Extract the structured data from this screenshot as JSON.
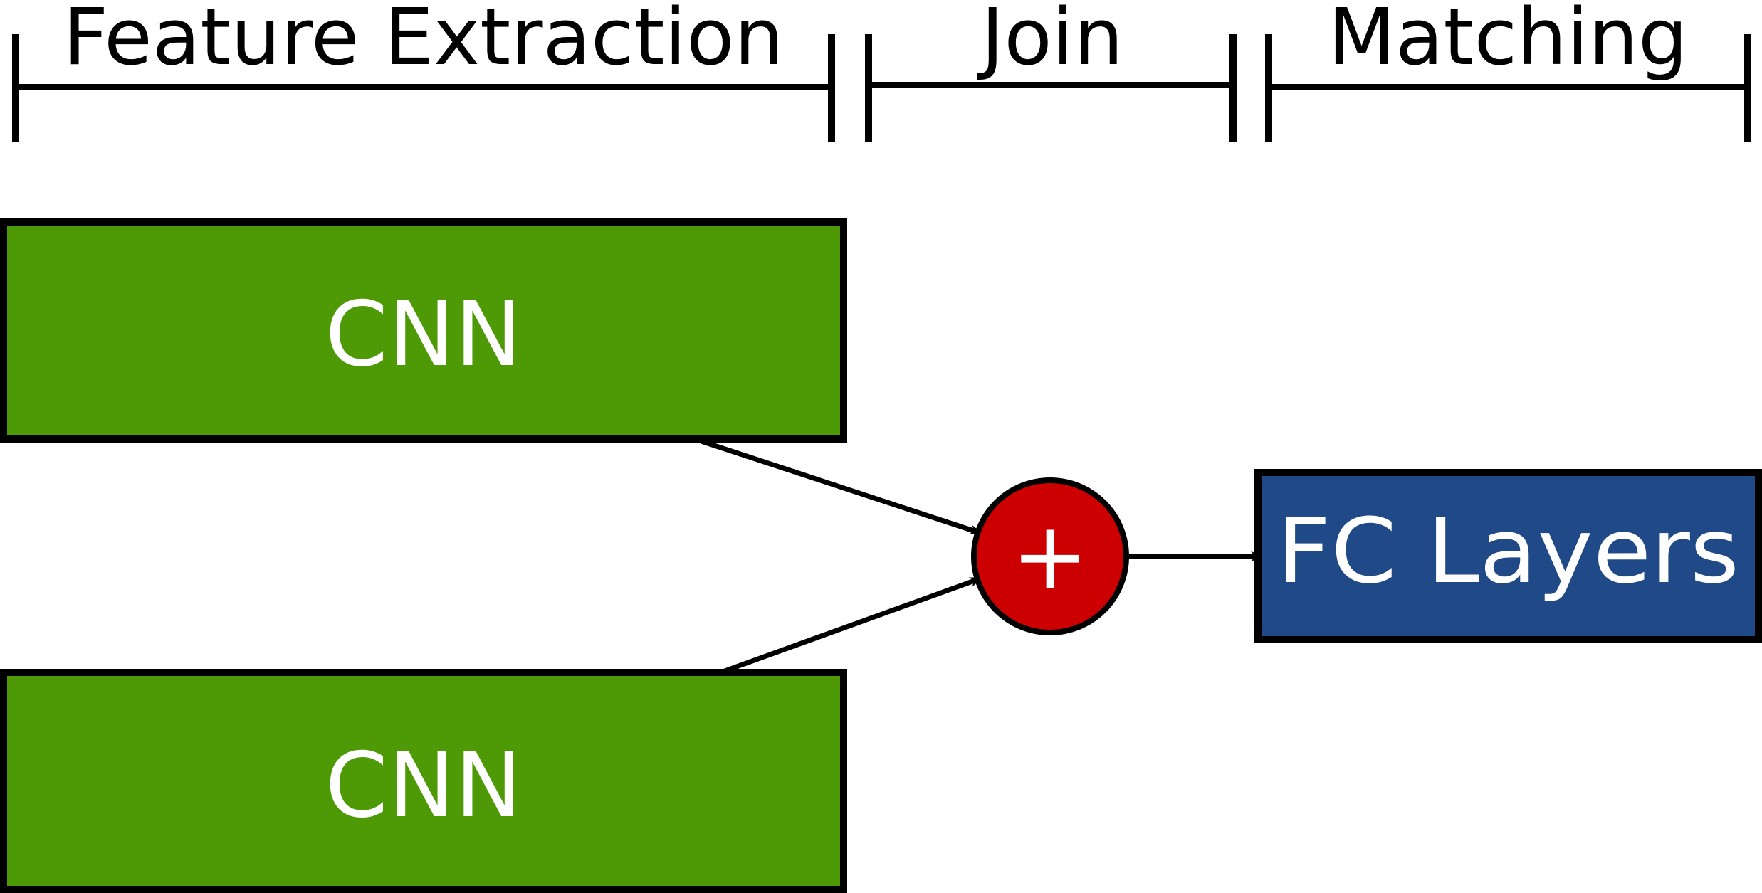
{
  "stages": {
    "feature_extraction": "Feature Extraction",
    "join": "Join",
    "matching": "Matching"
  },
  "nodes": {
    "cnn_top": "CNN",
    "cnn_bottom": "CNN",
    "join_op": "+",
    "fc_layers": "FC Layers"
  },
  "colors": {
    "cnn": "#4e9a06",
    "join": "#cc0000",
    "fc": "#204a87",
    "outline": "#000000",
    "text_light": "#ffffff"
  }
}
